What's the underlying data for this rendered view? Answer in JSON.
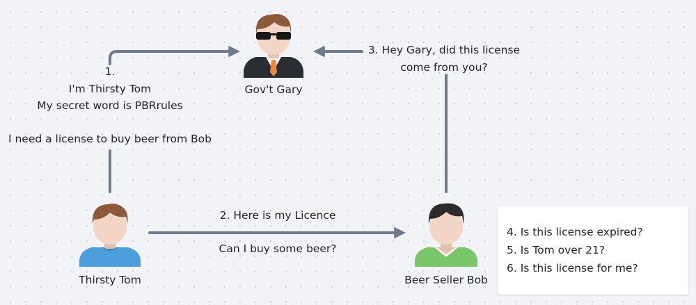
{
  "actors": {
    "gary": {
      "name": "Gov't Gary"
    },
    "tom": {
      "name": "Thirsty Tom"
    },
    "bob": {
      "name": "Beer Seller Bob"
    }
  },
  "steps": {
    "step1": {
      "number": "1.",
      "line1": "I'm Thirsty Tom",
      "line2": "My secret word is PBRrules",
      "line3": "I need a license to buy beer from Bob"
    },
    "step2": {
      "line1": "2. Here is my Licence",
      "line2": "Can I buy some beer?"
    },
    "step3": {
      "line1": "3. Hey Gary, did this license",
      "line2": "come from you?"
    }
  },
  "checks": [
    "4. Is this license expired?",
    "5. Is Tom over 21?",
    "6. Is this license for me?"
  ],
  "colors": {
    "arrow": "#6e7b8a",
    "background": "#f1f3f6",
    "tom_shirt": "#4c9fdb",
    "bob_shirt": "#7ac76b",
    "gary_suit": "#2a2d33",
    "gary_tie": "#f0883a",
    "skin": "#f2d5c4",
    "hair_brown": "#8a5a3b",
    "hair_dark": "#2b2b2b"
  }
}
